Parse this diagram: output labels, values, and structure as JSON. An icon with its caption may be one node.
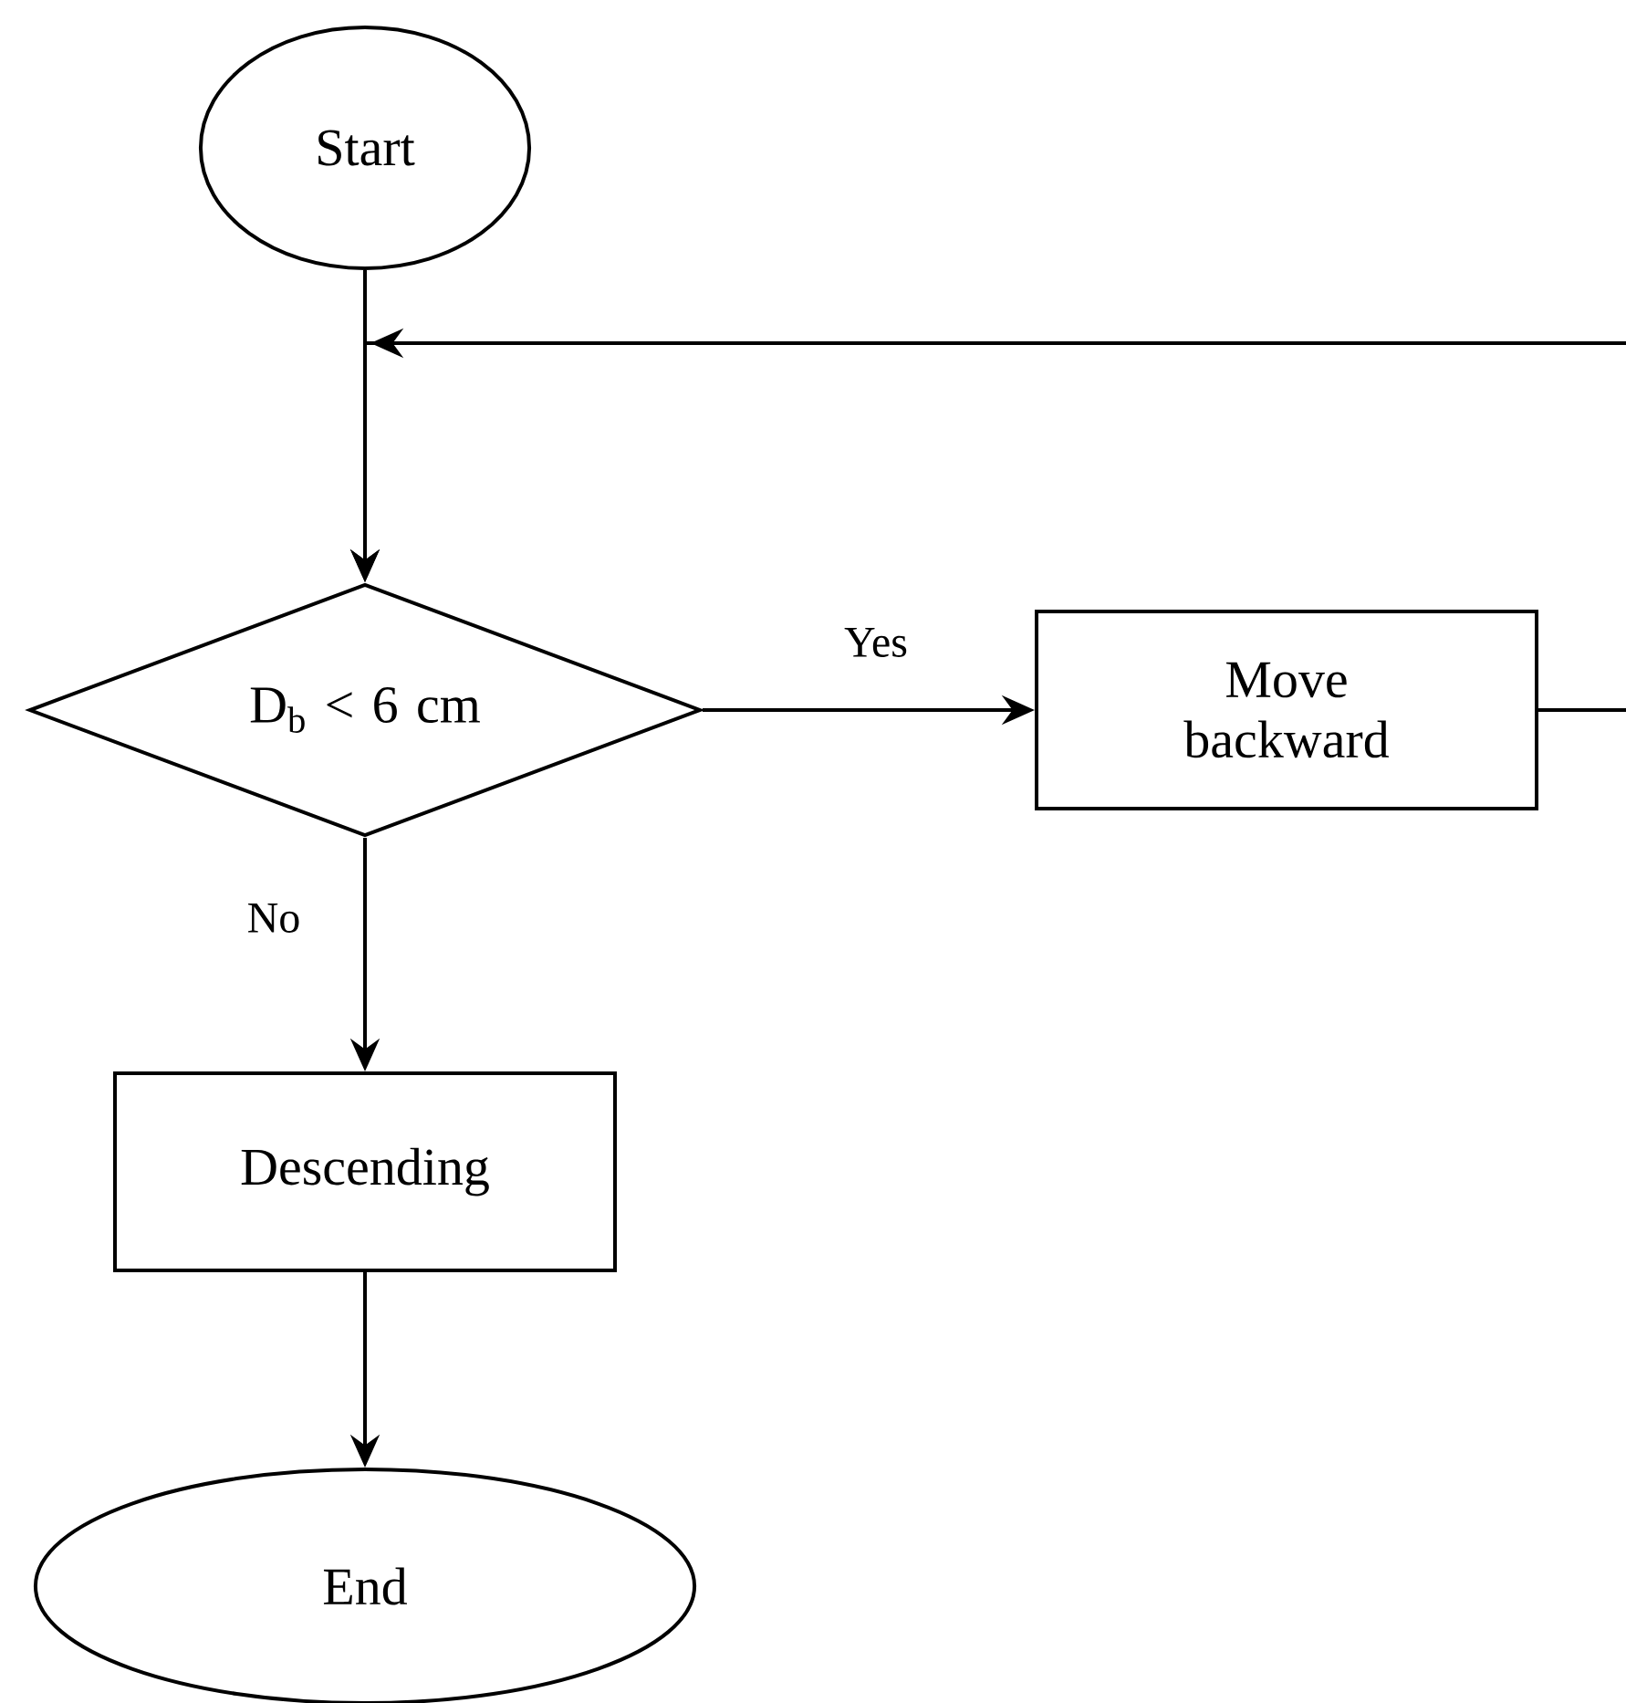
{
  "diagram": {
    "nodes": [
      {
        "text": [
          "Start"
        ]
      },
      {
        "text": [
          "D$_{b}$ < 6 cm"
        ]
      },
      {
        "text": [
          "Move backward"
        ]
      },
      {
        "text": [
          "Descending"
        ]
      },
      {
        "text": [
          "End"
        ]
      }
    ],
    "edges": [
      {
        "from": 0,
        "to": 1,
        "arrow": "to"
      },
      {
        "from": 1,
        "to": 2,
        "arrow": "to",
        "label": "Yes"
      },
      {
        "from": 1,
        "to": 3,
        "arrow": "to",
        "label": "No"
      },
      {
        "from": 3,
        "to": 4,
        "arrow": "to"
      },
      {
        "from": 2,
        "to": 1,
        "arrow": "to"
      }
    ]
  }
}
